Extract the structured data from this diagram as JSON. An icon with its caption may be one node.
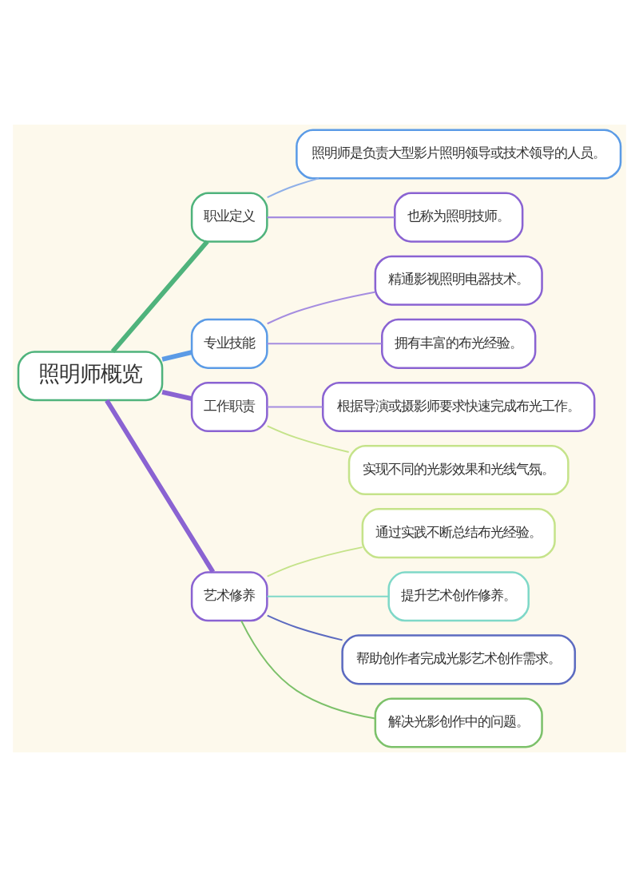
{
  "diagram": {
    "nodes": [
      {
        "text": [
          "照明师概览"
        ]
      },
      {
        "text": [
          "职业定义"
        ]
      },
      {
        "text": [
          "照明师是负责大型影片照明领导或技术领导的人员。"
        ]
      },
      {
        "text": [
          "也称为照明技师。"
        ]
      },
      {
        "text": [
          "专业技能"
        ]
      },
      {
        "text": [
          "精通影视照明电器技术。"
        ]
      },
      {
        "text": [
          "拥有丰富的布光经验。"
        ]
      },
      {
        "text": [
          "工作职责"
        ]
      },
      {
        "text": [
          "根据导演或摄影师要求快速完成布光工作。"
        ]
      },
      {
        "text": [
          "实现不同的光影效果和光线气氛。"
        ]
      },
      {
        "text": [
          "艺术修养"
        ]
      },
      {
        "text": [
          "通过实践不断总结布光经验。"
        ]
      },
      {
        "text": [
          "提升艺术创作修养。"
        ]
      },
      {
        "text": [
          "帮助创作者完成光影艺术创作需求。"
        ]
      },
      {
        "text": [
          "解决光影创作中的问题。"
        ]
      }
    ],
    "edges": [
      {
        "from": 0,
        "to": 1,
        "arrow": "none",
        "style": "thick",
        "color": "#4fb37c"
      },
      {
        "from": 1,
        "to": 2,
        "arrow": "none",
        "color": "#8fb0e8"
      },
      {
        "from": 1,
        "to": 3,
        "arrow": "none"
      },
      {
        "from": 0,
        "to": 4,
        "arrow": "none",
        "style": "thick",
        "color": "#5b9be6"
      },
      {
        "from": 4,
        "to": 5,
        "arrow": "none"
      },
      {
        "from": 4,
        "to": 6,
        "arrow": "none"
      },
      {
        "from": 0,
        "to": 7,
        "arrow": "none",
        "style": "thick",
        "color": "#8a63d2"
      },
      {
        "from": 7,
        "to": 8,
        "arrow": "none"
      },
      {
        "from": 7,
        "to": 9,
        "arrow": "none",
        "color": "#c5e38a"
      },
      {
        "from": 0,
        "to": 10,
        "arrow": "none",
        "style": "thick",
        "color": "#8a63d2"
      },
      {
        "from": 10,
        "to": 11,
        "arrow": "none",
        "color": "#c5e38a"
      },
      {
        "from": 10,
        "to": 12,
        "arrow": "none",
        "color": "#7fd8c8"
      },
      {
        "from": 10,
        "to": 13,
        "arrow": "none",
        "color": "#5c6bc0"
      },
      {
        "from": 10,
        "to": 14,
        "arrow": "none",
        "color": "#7cc16a"
      }
    ]
  }
}
